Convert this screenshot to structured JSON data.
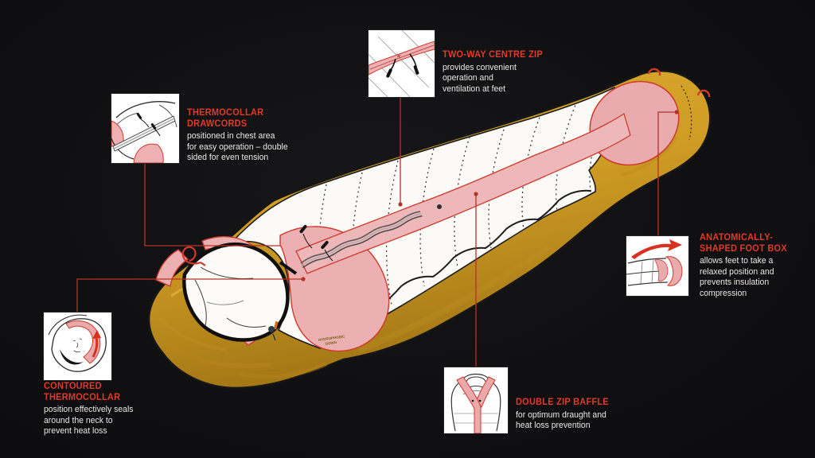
{
  "colors": {
    "background": "#101012",
    "accent_red": "#e23a28",
    "connector_red": "#b23527",
    "bag_yellow": "#cf9c24",
    "panel_pink": "#ecb0b2",
    "outline_red": "#ce3a2b",
    "fabric_white": "#fbfaf6"
  },
  "callouts": {
    "drawcords": {
      "title": "THERMOCOLLAR\nDRAWCORDS",
      "body": "positioned in chest area\nfor easy operation – double\nsided for even tension"
    },
    "centre_zip": {
      "title": "TWO-WAY CENTRE ZIP",
      "body": "provides convenient\noperation and\nventilation at feet"
    },
    "foot_box": {
      "title": "ANATOMICALLY-\nSHAPED FOOT BOX",
      "body": "allows feet to take a\nrelaxed position and\nprevents insulation\ncompression"
    },
    "thermocollar": {
      "title": "CONTOURED\nTHERMOCOLLAR",
      "body": "position effectively seals\naround the neck to\nprevent heat loss"
    },
    "zip_baffle": {
      "title": "DOUBLE ZIP BAFFLE",
      "body": "for optimum draught and\nheat loss prevention"
    }
  },
  "fabric_label": {
    "line1": "HYDROPHOBIC",
    "line2": "DOWN"
  }
}
